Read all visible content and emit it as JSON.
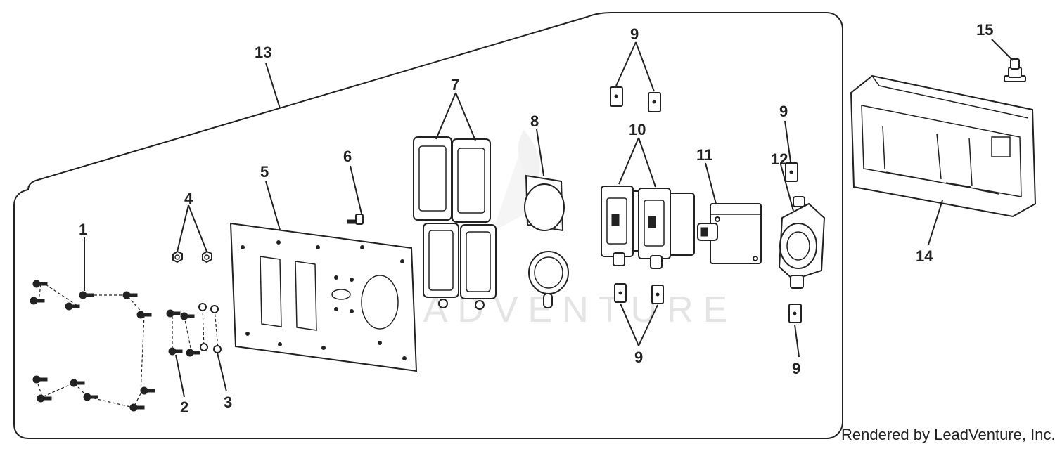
{
  "callouts": {
    "c1": "1",
    "c2": "2",
    "c3": "3",
    "c4": "4",
    "c5": "5",
    "c6": "6",
    "c7": "7",
    "c8": "8",
    "c9a": "9",
    "c9b": "9",
    "c9c": "9",
    "c9d": "9",
    "c10": "10",
    "c11": "11",
    "c12": "12",
    "c13": "13",
    "c14": "14",
    "c15": "15"
  },
  "watermark": "LEADVENTURE",
  "credit": "Rendered by LeadVenture, Inc."
}
